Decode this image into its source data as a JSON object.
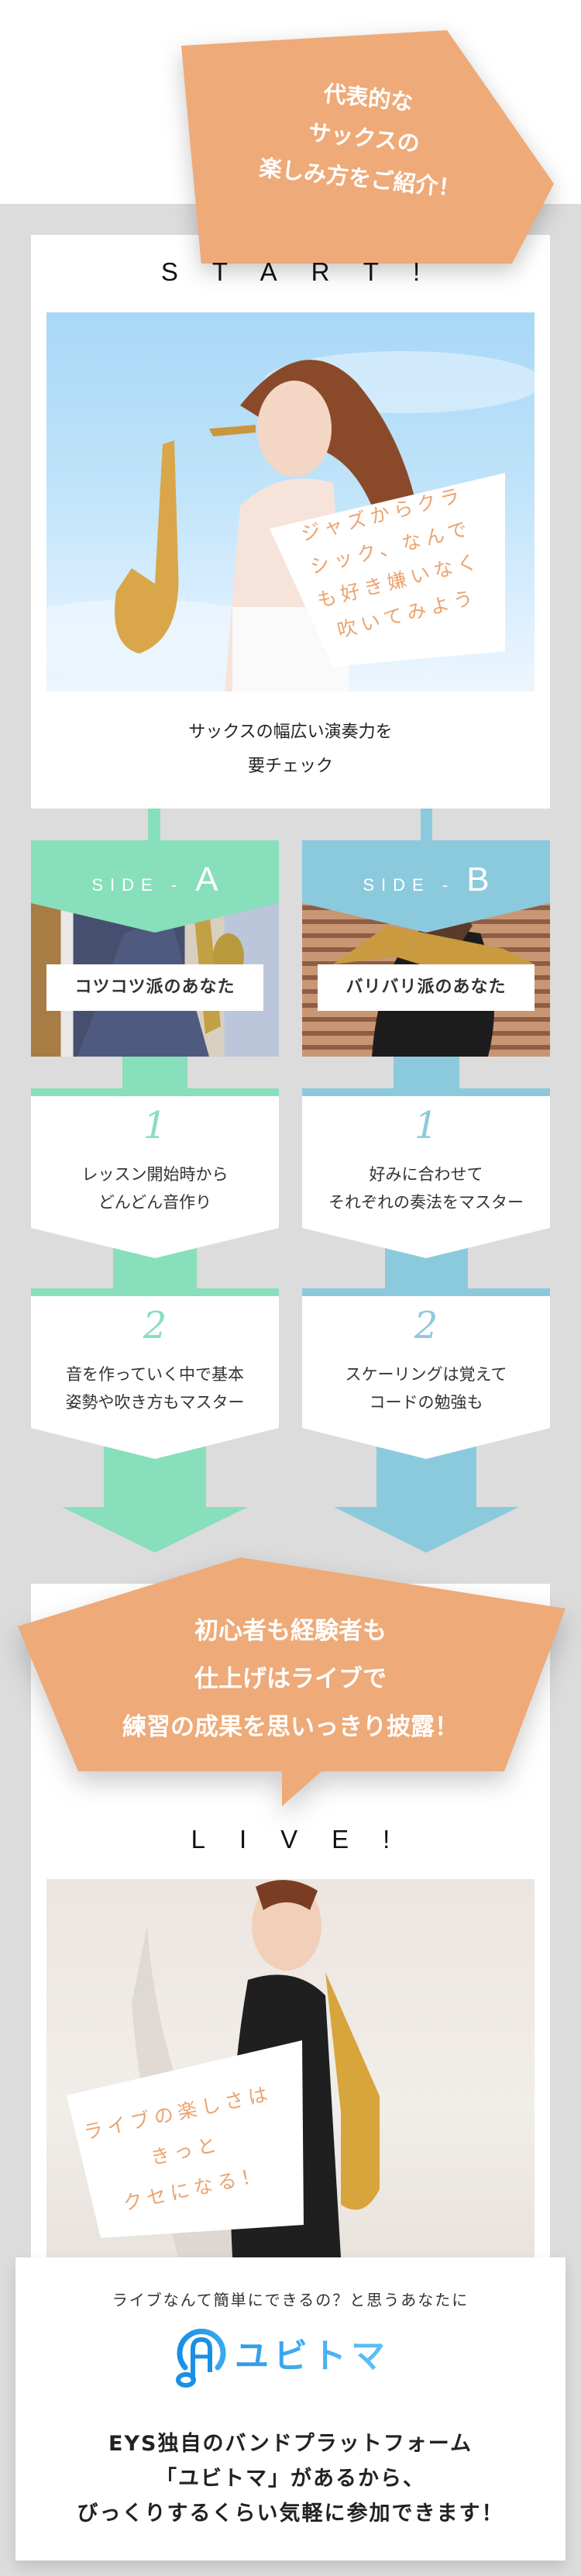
{
  "colors": {
    "side_a": "#88dfbb",
    "side_b": "#8bcadd",
    "accent_orange": "#eeaa78",
    "background_gray": "#dcdcdc",
    "logo_blue": "#1a8fe6"
  },
  "intro_bubble": {
    "lines": [
      "代表的な",
      "サックスの",
      "楽しみ方をご紹介！"
    ]
  },
  "start": {
    "title": "START!",
    "photo_alt": "saxophonist-smiling-sky-photo",
    "sign_lines": [
      "ジャズからクラ",
      "シック、なんで",
      "も好き嫌いなく",
      "吹いてみよう"
    ],
    "caption_lines": [
      "サックスの幅広い演奏力を",
      "要チェック"
    ]
  },
  "sides": [
    {
      "header_word": "SIDE -",
      "header_letter": "A",
      "label": "コツコツ派のあなた",
      "photo_alt": "saxophone-player-indoor-photo",
      "steps": [
        {
          "number": "1",
          "lines": [
            "レッスン開始時から",
            "どんどん音作り"
          ]
        },
        {
          "number": "2",
          "lines": [
            "音を作っていく中で基本",
            "姿勢や吹き方もマスター"
          ]
        }
      ]
    },
    {
      "header_word": "SIDE -",
      "header_letter": "B",
      "label": "バリバリ派のあなた",
      "photo_alt": "saxophone-player-striped-wall-photo",
      "steps": [
        {
          "number": "1",
          "lines": [
            "好みに合わせて",
            "それぞれの奏法をマスター"
          ]
        },
        {
          "number": "2",
          "lines": [
            "スケーリングは覚えて",
            "コードの勉強も"
          ]
        }
      ]
    }
  ],
  "live_bubble": {
    "lines": [
      "初心者も経験者も",
      "仕上げはライブで",
      "練習の成果を思いっきり披露！"
    ]
  },
  "live": {
    "title": "LIVE!",
    "photo_alt": "saxophonist-black-dress-photo",
    "sign_lines": [
      "ライブの楽しさは",
      "きっと",
      "クセになる！"
    ]
  },
  "yubitoma": {
    "lead": "ライブなんて簡単にできるの？と思うあなたに",
    "logo_text": "ユビトマ",
    "body_lines": [
      "EYS独自のバンドプラットフォーム",
      "「ユビトマ」があるから、",
      "びっくりするくらい気軽に参加できます！"
    ]
  }
}
